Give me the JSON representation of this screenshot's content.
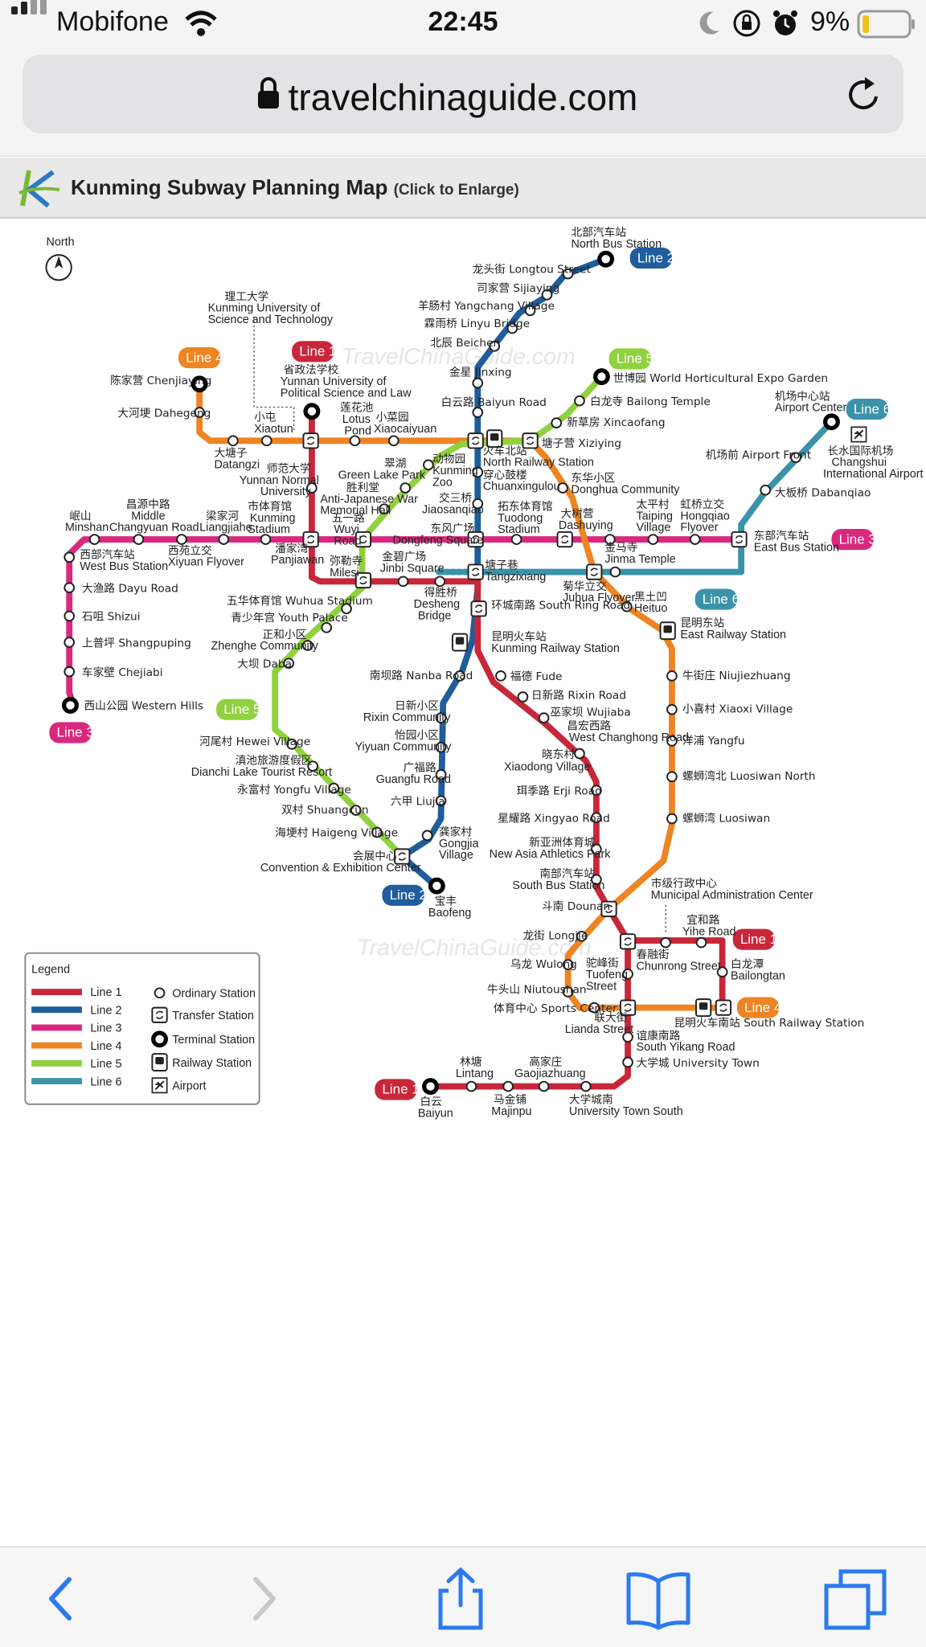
{
  "status_bar": {
    "carrier": "Mobifone",
    "time": "22:45",
    "battery": "9%"
  },
  "browser": {
    "url": "travelchinaguide.com"
  },
  "banner": {
    "title": "Kunming Subway Planning Map",
    "subtitle": "(Click to Enlarge)"
  },
  "map": {
    "north": "North",
    "watermark": "TravelChinaGuide.com",
    "line_tags": {
      "line1": "Line 1",
      "line2": "Line 2",
      "line3": "Line 3",
      "line4": "Line 4",
      "line5": "Line 5",
      "line6": "Line 6"
    },
    "stations": {
      "north_bus_cn": "北部汽车站",
      "north_bus": "North Bus Station",
      "longtou": "龙头街 Longtou Street",
      "sijiaying": "司家营 Sijiaying",
      "yangchang": "羊肠村 Yangchang Village",
      "linyu": "霖雨桥 Linyu Bridge",
      "beichen": "北辰 Beichen",
      "jinxing": "金星 Jinxing",
      "baiyun_road": "白云路 Baiyun Road",
      "expo_garden": "世博园 World Horticultural Expo Garden",
      "bailong_temple": "白龙寺 Bailong Temple",
      "xincaofang": "新草房 Xincaofang",
      "xiziying": "塘子营 Xiziying",
      "airport_center_cn": "机场中心站",
      "airport_center": "Airport Center",
      "airport_front": "机场前 Airport Front",
      "changshui_cn": "长水国际机场",
      "changshui_1": "Changshui",
      "changshui_2": "International Airport",
      "dabanqiao": "大板桥 Dabanqiao",
      "kust_cn": "理工大学",
      "kust_1": "Kunming University of",
      "kust_2": "Science and Technology",
      "chenjiaying": "陈家营 Chenjiaying",
      "dahegeng": "大河埂 Dahegeng",
      "yupsl_cn": "省政法学校",
      "yupsl_1": "Yunnan University of",
      "yupsl_2": "Political Science and Law",
      "xiaotun_cn": "小屯",
      "xiaotun": "Xiaotun",
      "lotus_cn": "莲花池",
      "lotus_1": "Lotus",
      "lotus_2": "Pond",
      "xiaocaiyuan_cn": "小菜园",
      "xiaocaiyuan": "Xiaocaiyuan",
      "datangzi_cn": "大塘子",
      "datangzi": "Datangzi",
      "normal_cn": "师范大学",
      "normal_1": "Yunnan Normal",
      "normal_2": "University",
      "green_lake_cn": "翠湖",
      "green_lake": "Green Lake Park",
      "victory_cn": "胜利堂",
      "anti_1": "Anti-Japanese War",
      "anti_2": "Memorial Hall",
      "zoo_cn": "动物园",
      "zoo_1": "Kunming",
      "zoo_2": "Zoo",
      "north_rail_cn": "火车北站",
      "north_rail": "North Railway Station",
      "chuanxin_cn": "穿心鼓楼",
      "chuanxin": "Chuanxingulou",
      "jiaosanqiao_cn": "交三桥",
      "jiaosanqiao": "Jiaosanqiao",
      "donghua_cn": "东华小区",
      "donghua": "Donghua Community",
      "minshan_cn": "岷山",
      "minshan": "Minshan",
      "changyuan_cn": "昌源中路",
      "changyuan_1": "Middle",
      "changyuan_2": "Changyuan Road",
      "liangjiahe_cn": "梁家河",
      "liangjiahe": "Liangjiahe",
      "stadium_cn": "市体育馆",
      "stadium_1": "Kunming",
      "stadium_2": "Stadium",
      "wuyi_cn": "五一路",
      "wuyi_1": "Wuyi",
      "wuyi_2": "Road",
      "dongfeng_cn": "东风广场",
      "dongfeng": "Dongfeng Square",
      "tuodong_cn": "拓东体育馆",
      "tuodong_1": "Tuodong",
      "tuodong_2": "Stadium",
      "dashuying_cn": "大树营",
      "dashuying": "Dashuying",
      "taiping_cn": "太平村",
      "taiping_1": "Taiping",
      "taiping_2": "Village",
      "hongqiao_cn": "虹桥立交",
      "hongqiao_1": "Hongqiao",
      "hongqiao_2": "Flyover",
      "east_bus_cn": "东部汽车站",
      "east_bus": "East Bus Station",
      "west_bus_cn": "西部汽车站",
      "west_bus": "West Bus Station",
      "xiyuan_cn": "西苑立交",
      "xiyuan": "Xiyuan Flyover",
      "panjiawan_cn": "潘家湾",
      "panjiawan": "Panjiawan",
      "milesi_cn": "弥勒寺",
      "milesi": "Milesi",
      "jinbi_cn": "金碧广场",
      "jinbi": "Jinbi Square",
      "tangzixiang_cn": "塘子巷",
      "tangzixiang": "Tangzixiang",
      "jinma_cn": "金马寺",
      "jinma": "Jinma Temple",
      "dayu": "大渔路 Dayu Road",
      "shizui": "石咀 Shizui",
      "shangpuping": "上普坪 Shangpuping",
      "chejiabi": "车家壁 Chejiabi",
      "western_hills": "西山公园 Western Hills",
      "wuhua": "五华体育馆 Wuhua Stadium",
      "youth": "青少年宫 Youth Palace",
      "zhenghe_cn": "正和小区",
      "zhenghe": "Zhenghe Community",
      "daba": "大坝 Daba",
      "desheng_cn": "得胜桥",
      "desheng_1": "Desheng",
      "desheng_2": "Bridge",
      "south_ring": "环城南路 South Ring Road",
      "juhua_cn": "菊华立交",
      "juhua": "Juhua Flyover",
      "heituo_cn": "黑土凹",
      "heituo": "Heituo",
      "east_rail_cn": "昆明东站",
      "east_rail": "East Railway Station",
      "kunming_rail_cn": "昆明火车站",
      "kunming_rail": "Kunming Railway Station",
      "nanba": "南坝路 Nanba Road",
      "fude": "福德 Fude",
      "rixin_road": "日新路 Rixin Road",
      "wujiaba": "巫家坝 Wujiaba",
      "changhong_cn": "昌宏西路",
      "changhong": "West Changhong Road",
      "rixin_comm_cn": "日新小区",
      "rixin_comm": "Rixin Community",
      "yiyuan_cn": "怡园小区",
      "yiyuan": "Yiyuan Community",
      "guangfu_cn": "广福路",
      "guangfu": "Guangfu Road",
      "liujia": "六甲 Liujia",
      "xiaodong_cn": "晓东村",
      "xiaodong": "Xiaodong Village",
      "erji": "珥季路 Erji Road",
      "xingyao": "星耀路 Xingyao Road",
      "asia_cn": "新亚洲体育城",
      "asia": "New Asia Athletics Park",
      "south_bus_cn": "南部汽车站",
      "south_bus": "South Bus Station",
      "niujiezhuang": "牛街庄 Niujiezhuang",
      "xiaoxi": "小喜村 Xiaoxi Village",
      "yangfu": "洋浦 Yangfu",
      "luosiwan_n": "螺蛳湾北 Luosiwan North",
      "luosiwan": "螺蛳湾 Luosiwan",
      "hewei": "河尾村 Hewei Village",
      "dianchi_cn": "滇池旅游度假区",
      "dianchi": "Dianchi Lake Tourist Resort",
      "yongfu": "永富村 Yongfu Village",
      "shuanggcun": "双村 Shuangcun",
      "haigeng": "海埂村 Haigeng Village",
      "convention_cn": "会展中心",
      "convention": "Convention & Exhibition Center",
      "gongjia_cn": "龚家村",
      "gongjia_1": "Gongjia",
      "gongjia_2": "Village",
      "baofeng_cn": "宝丰",
      "baofeng": "Baofeng",
      "dounan": "斗南 Dounan",
      "municipal_cn": "市级行政中心",
      "municipal": "Municipal Administration Center",
      "longjie": "龙街 Longjie",
      "wulong": "乌龙 Wulong",
      "tuofeng_cn": "驼峰街",
      "tuofeng_1": "Tuofeng",
      "tuofeng_2": "Street",
      "chunrong_cn": "春融街",
      "chunrong": "Chunrong Street",
      "yihe_cn": "宜和路",
      "yihe": "Yihe Road",
      "bailongtan_cn": "白龙潭",
      "bailongtan": "Bailongtan",
      "niutoushan": "牛头山 Niutoushan",
      "sports_center": "体育中心 Sports Center",
      "lianda_cn": "联大街",
      "lianda": "Lianda Street",
      "south_rail": "昆明火车南站 South Railway Station",
      "yikang_cn": "谊康南路",
      "yikang": "South Yikang Road",
      "univ_town": "大学城 University Town",
      "lintang_cn": "林塘",
      "lintang": "Lintang",
      "gaojia_cn": "高家庄",
      "gaojia": "Gaojiazhuang",
      "majin_cn": "马金铺",
      "majin": "Majinpu",
      "uts_cn": "大学城南",
      "uts": "University Town South",
      "baiyun_cn": "白云",
      "baiyun": "Baiyun"
    },
    "legend": {
      "title": "Legend",
      "lines": [
        "Line 1",
        "Line 2",
        "Line 3",
        "Line 4",
        "Line 5",
        "Line 6"
      ],
      "symbols": [
        "Ordinary Station",
        "Transfer Station",
        "Terminal Station",
        "Railway Station",
        "Airport"
      ]
    },
    "colors": {
      "line1": "#c8273a",
      "line2": "#1f5d9c",
      "line3": "#d9297f",
      "line4": "#ee8422",
      "line5": "#8fd13e",
      "line6": "#3b93aa"
    }
  },
  "toolbar": {
    "icons": [
      "back-icon",
      "forward-icon",
      "share-icon",
      "bookmarks-icon",
      "tabs-icon"
    ]
  }
}
